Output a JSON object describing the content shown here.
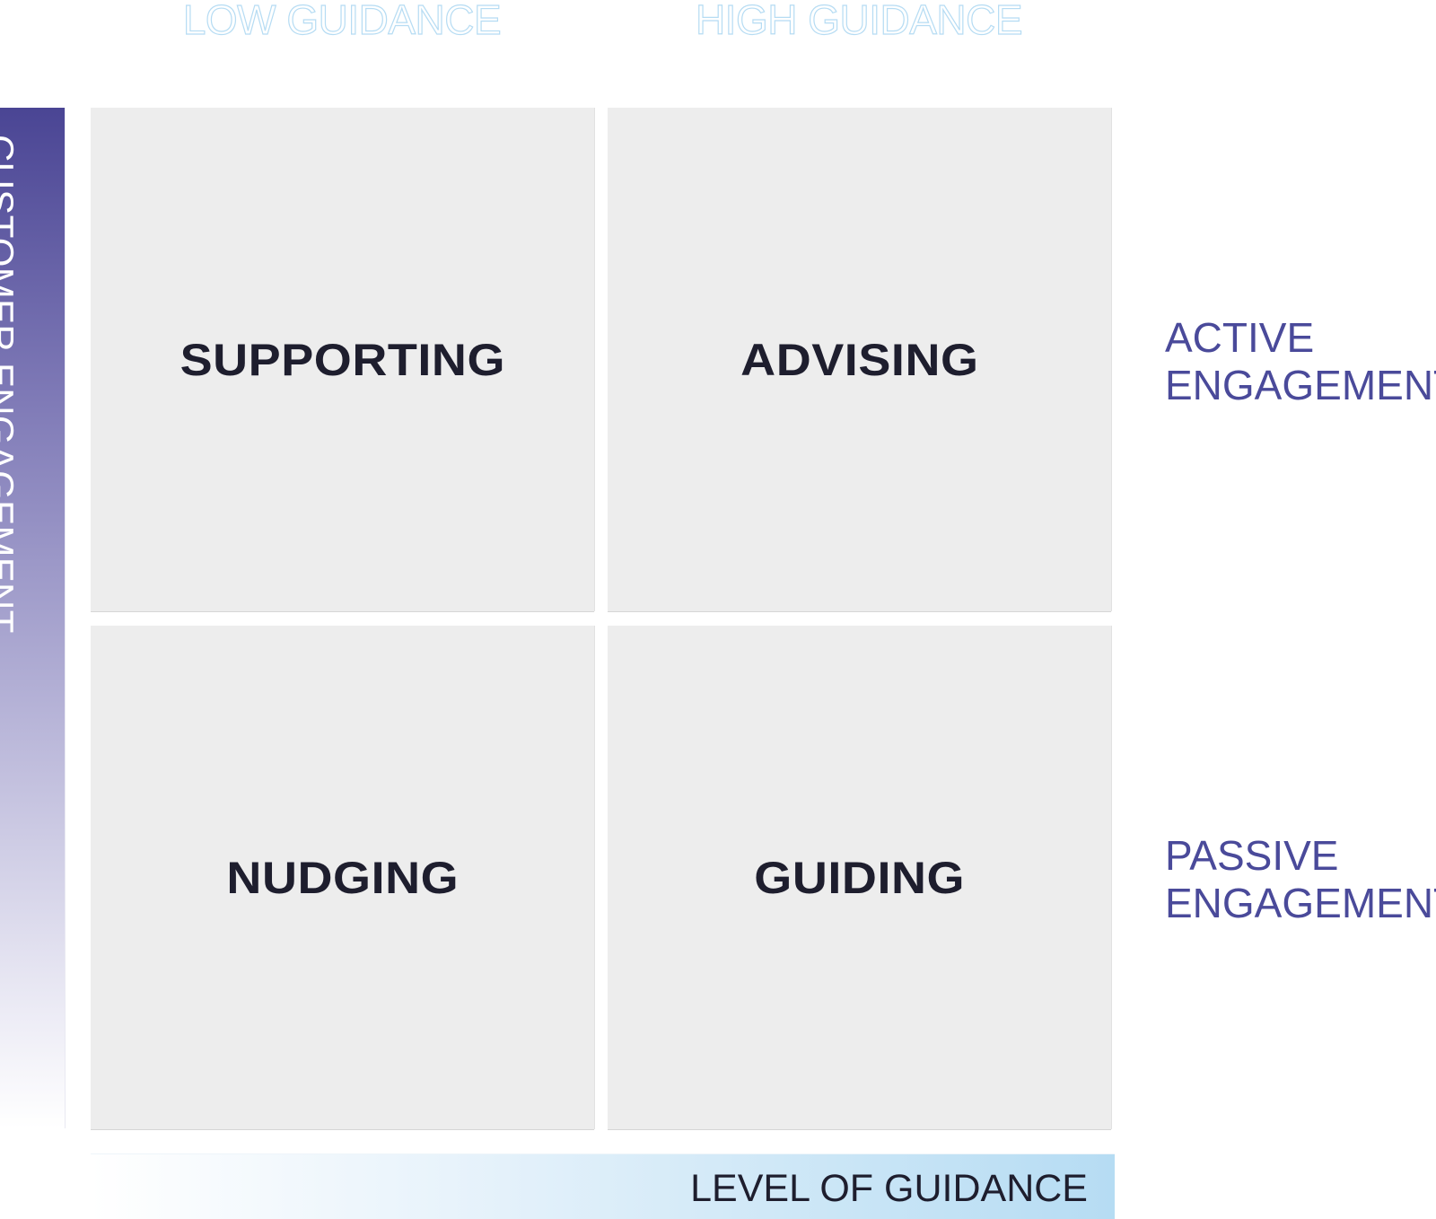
{
  "columns": {
    "low": "LOW GUIDANCE",
    "high": "HIGH GUIDANCE"
  },
  "rows": {
    "active": [
      "ACTIVE",
      "ENGAGEMENT"
    ],
    "passive": [
      "PASSIVE",
      "ENGAGEMENT"
    ]
  },
  "quadrants": {
    "top_left": "SUPPORTING",
    "top_right": "ADVISING",
    "bottom_left": "NUDGING",
    "bottom_right": "GUIDING"
  },
  "axes": {
    "y_label": "CUSTOMER ENGAGEMENT",
    "x_label": "LEVEL OF GUIDANCE"
  },
  "colors": {
    "quadrant_bg": "#ededed",
    "quadrant_text": "#1e1e2e",
    "row_header": "#4a4a9a",
    "column_header_outline": "#b6dcf3",
    "y_axis_dark": "#4a4594",
    "x_axis_light": "#b6dcf3"
  }
}
